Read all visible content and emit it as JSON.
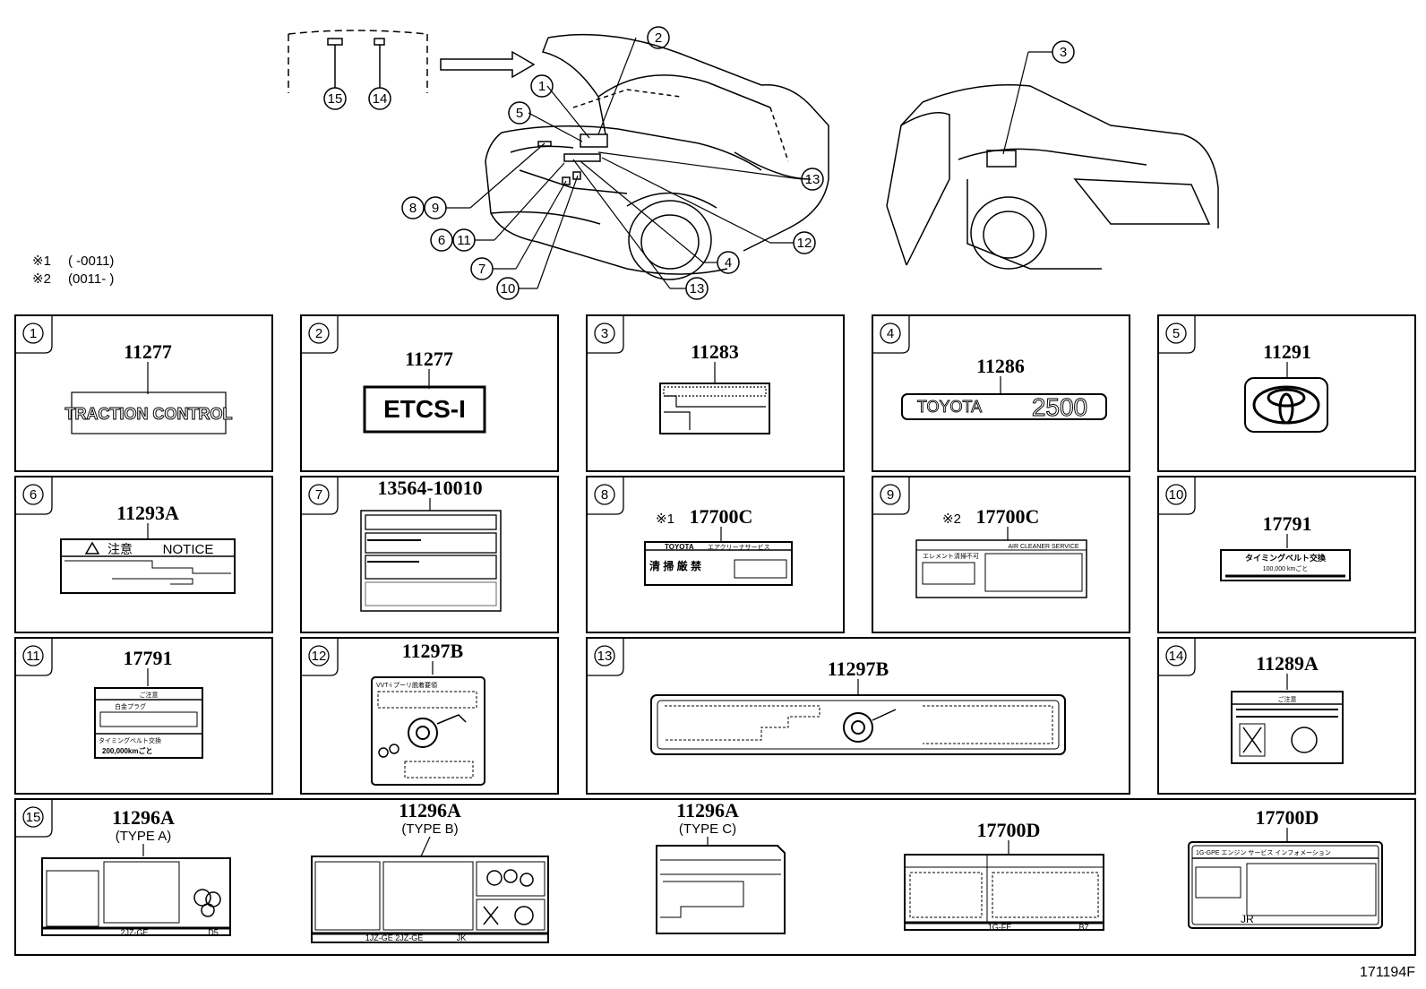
{
  "notes": [
    {
      "mark": "※1",
      "text": "(      -0011)"
    },
    {
      "mark": "※2",
      "text": "(0011-      )"
    }
  ],
  "callouts": [
    "1",
    "2",
    "3",
    "4",
    "5",
    "6",
    "7",
    "8",
    "9",
    "10",
    "11",
    "12",
    "13",
    "14",
    "15"
  ],
  "panels": [
    {
      "no": "1",
      "part": "11277"
    },
    {
      "no": "2",
      "part": "11277"
    },
    {
      "no": "3",
      "part": "11283"
    },
    {
      "no": "4",
      "part": "11286"
    },
    {
      "no": "5",
      "part": "11291"
    },
    {
      "no": "6",
      "part": "11293A"
    },
    {
      "no": "7",
      "part": "13564-10010"
    },
    {
      "no": "8",
      "part": "17700C",
      "mark": "※1"
    },
    {
      "no": "9",
      "part": "17700C",
      "mark": "※2"
    },
    {
      "no": "10",
      "part": "17791"
    },
    {
      "no": "11",
      "part": "17791"
    },
    {
      "no": "12",
      "part": "11297B"
    },
    {
      "no": "13",
      "part": "11297B"
    },
    {
      "no": "14",
      "part": "11289A"
    },
    {
      "no": "15",
      "parts": [
        {
          "part": "11296A",
          "type": "(TYPE A)"
        },
        {
          "part": "11296A",
          "type": "(TYPE B)"
        },
        {
          "part": "11296A",
          "type": "(TYPE C)"
        },
        {
          "part": "17700D"
        },
        {
          "part": "17700D"
        }
      ]
    }
  ],
  "label_text": {
    "traction": "TRACTION CONTROL",
    "etcs": "ETCS-I",
    "toyota": "TOYOTA",
    "badge_2500": "2500",
    "notice_jp": "注意",
    "notice": "NOTICE",
    "toyota_service": "TOYOTA",
    "aircleaner_jp": "エアクリーナサービス",
    "clean_jp": "清 掃 厳 禁",
    "air_cleaner_service": "AIR CLEANER SERVICE",
    "element_jp": "エレメント清掃不可",
    "timing_belt_jp": "タイミングベルト交換",
    "timing_km": "100,000 kmごと",
    "caution_jp": "ご注意",
    "spark_plug_jp": "白金プラグ",
    "timing_belt_jp2": "タイミングベルト交換",
    "timing_km2": "200,000kmごと",
    "vvti": "VVT-i プーリ脱着要領",
    "engine_a": "2JZ-GE",
    "engine_a_code": "D5",
    "engine_b": "1JZ-GE   2JZ-GE",
    "engine_b_code": "JK",
    "engine_d1": "1G-FE",
    "engine_d1_code": "B7",
    "engine_d2_head": "1G-GPE エンジン サービス インフォメーション",
    "engine_d2_code": "JR"
  },
  "drawing_no": "171194F"
}
